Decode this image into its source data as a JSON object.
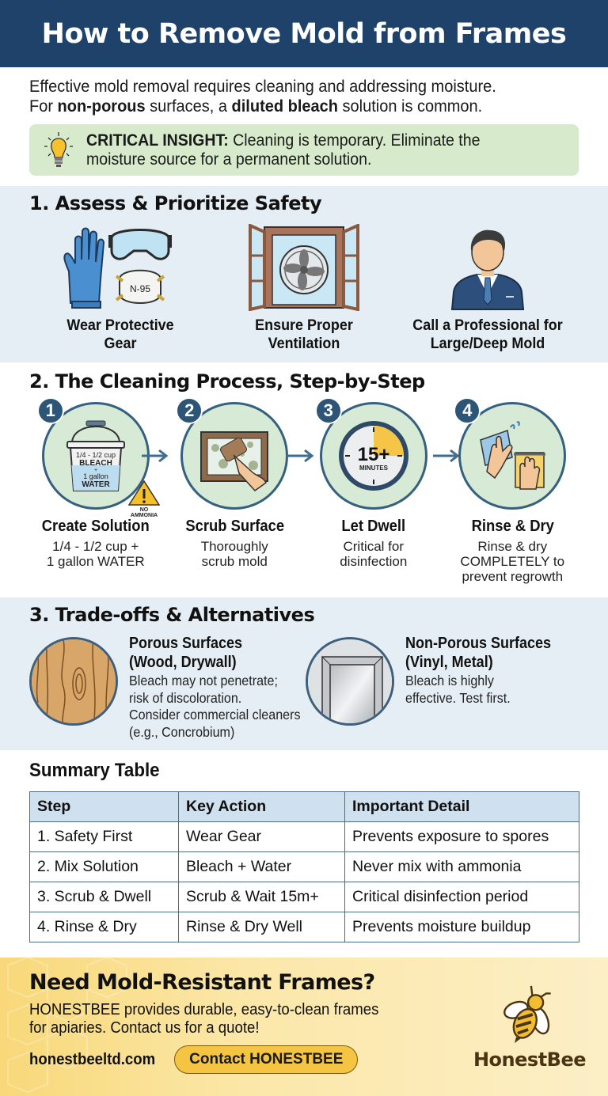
{
  "header": {
    "title": "How to Remove Mold from Frames"
  },
  "intro": {
    "line1": "Effective mold removal requires cleaning and addressing moisture.",
    "line2_pre": "For ",
    "line2_b1": "non-porous",
    "line2_mid": " surfaces, a ",
    "line2_b2": "diluted bleach",
    "line2_post": " solution is common.",
    "insight_label": "CRITICAL INSIGHT:",
    "insight_text1": " Cleaning is temporary. Eliminate the",
    "insight_text2": "moisture source for a permanent solution.",
    "insight_icon": "lightbulb-icon"
  },
  "section1": {
    "title": "1. Assess & Prioritize Safety",
    "items": [
      {
        "icon": "protective-gear-icon",
        "line1": "Wear Protective",
        "line2": "Gear",
        "mask_label": "N-95"
      },
      {
        "icon": "ventilation-window-fan-icon",
        "line1": "Ensure Proper",
        "line2": "Ventilation"
      },
      {
        "icon": "professional-person-icon",
        "line1": "Call a Professional for",
        "line2": "Large/Deep Mold"
      }
    ]
  },
  "section2": {
    "title": "2. The Cleaning Process, Step-by-Step",
    "steps": [
      {
        "num": "1",
        "title": "Create Solution",
        "desc1": "1/4 - 1/2 cup +",
        "desc2": "1 gallon WATER",
        "desc3": "",
        "bucket": {
          "l1": "1/4 - 1/2 cup",
          "l2": "BLEACH",
          "l3": "+",
          "l4": "1 gallon",
          "l5": "WATER"
        },
        "warning": {
          "l1": "NO",
          "l2": "AMMONIA"
        }
      },
      {
        "num": "2",
        "title": "Scrub Surface",
        "desc1": "Thoroughly",
        "desc2": "scrub mold",
        "desc3": ""
      },
      {
        "num": "3",
        "title": "Let Dwell",
        "desc1": "Critical for",
        "desc2": "disinfection",
        "desc3": "",
        "timer": {
          "value": "15+",
          "unit": "MINUTES"
        }
      },
      {
        "num": "4",
        "title": "Rinse & Dry",
        "desc1": "Rinse & dry",
        "desc2": "COMPLETELY to",
        "desc3": "prevent regrowth"
      }
    ]
  },
  "section3": {
    "title": "3. Trade-offs & Alternatives",
    "alternatives": [
      {
        "icon": "wood-grain-icon",
        "title1": "Porous Surfaces",
        "title2": "(Wood, Drywall)",
        "desc": [
          "Bleach may not penetrate;",
          "risk of discoloration.",
          "Consider commercial cleaners",
          "(e.g., Concrobium)"
        ]
      },
      {
        "icon": "metal-frame-icon",
        "title1": "Non-Porous Surfaces",
        "title2": "(Vinyl, Metal)",
        "desc": [
          "Bleach is highly",
          "effective. Test first.",
          "",
          ""
        ]
      }
    ]
  },
  "summary": {
    "title": "Summary Table",
    "columns": [
      "Step",
      "Key Action",
      "Important Detail"
    ],
    "rows": [
      [
        "1. Safety First",
        "Wear Gear",
        "Prevents exposure to spores"
      ],
      [
        "2. Mix Solution",
        "Bleach + Water",
        "Never mix with ammonia"
      ],
      [
        "3. Scrub & Dwell",
        "Scrub & Wait 15m+",
        "Critical disinfection period"
      ],
      [
        "4. Rinse & Dry",
        "Rinse & Dry Well",
        "Prevents moisture buildup"
      ]
    ]
  },
  "footer": {
    "title": "Need Mold-Resistant Frames?",
    "text1": "HONESTBEE provides durable, easy-to-clean frames",
    "text2": "for apiaries. Contact us for a quote!",
    "url": "honestbeeltd.com",
    "cta": "Contact HONESTBEE",
    "brand": "HonestBee"
  },
  "colors": {
    "header_bg": "#1f426b",
    "section_bg": "#e6eef5",
    "insight_bg": "#d7eacc",
    "step_circle": "#d6ead6",
    "badge": "#2d5577",
    "footer_bg": "#f8d879",
    "cta": "#f5c443"
  }
}
